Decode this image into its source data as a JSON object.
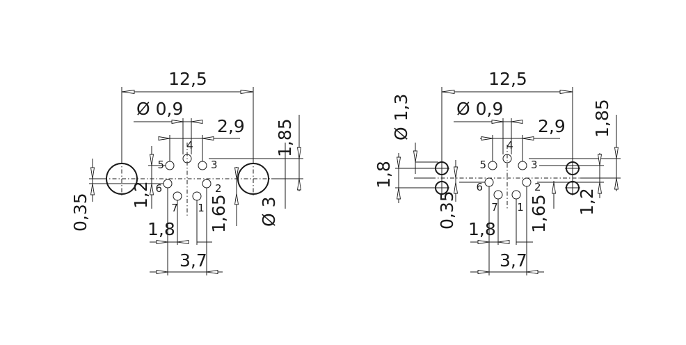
{
  "drawings": [
    {
      "labels": {
        "overall_width": "12,5",
        "pin_diameter": "Ø 0,9",
        "pin_spacing": "2,9",
        "top_offset": "1,85",
        "left_pitch": "1,2",
        "small_offset": "0,35",
        "hole_diameter": "Ø 3",
        "pin_offset_left": "1,8",
        "pin_offset_right": "1,65",
        "bottom_width": "3,7"
      },
      "pins": [
        "1",
        "2",
        "3",
        "4",
        "5",
        "6",
        "7"
      ]
    },
    {
      "labels": {
        "overall_width": "12,5",
        "pin_diameter": "Ø 0,9",
        "pin_spacing": "2,9",
        "top_offset": "1,85",
        "hole_diameter": "Ø 1,3",
        "hole_pitch": "1,8",
        "small_offset": "0,35",
        "right_pitch": "1,2",
        "pin_offset_left": "1,8",
        "pin_offset_right": "1,65",
        "bottom_width": "3,7"
      },
      "pins": [
        "1",
        "2",
        "3",
        "4",
        "5",
        "6",
        "7"
      ]
    }
  ]
}
